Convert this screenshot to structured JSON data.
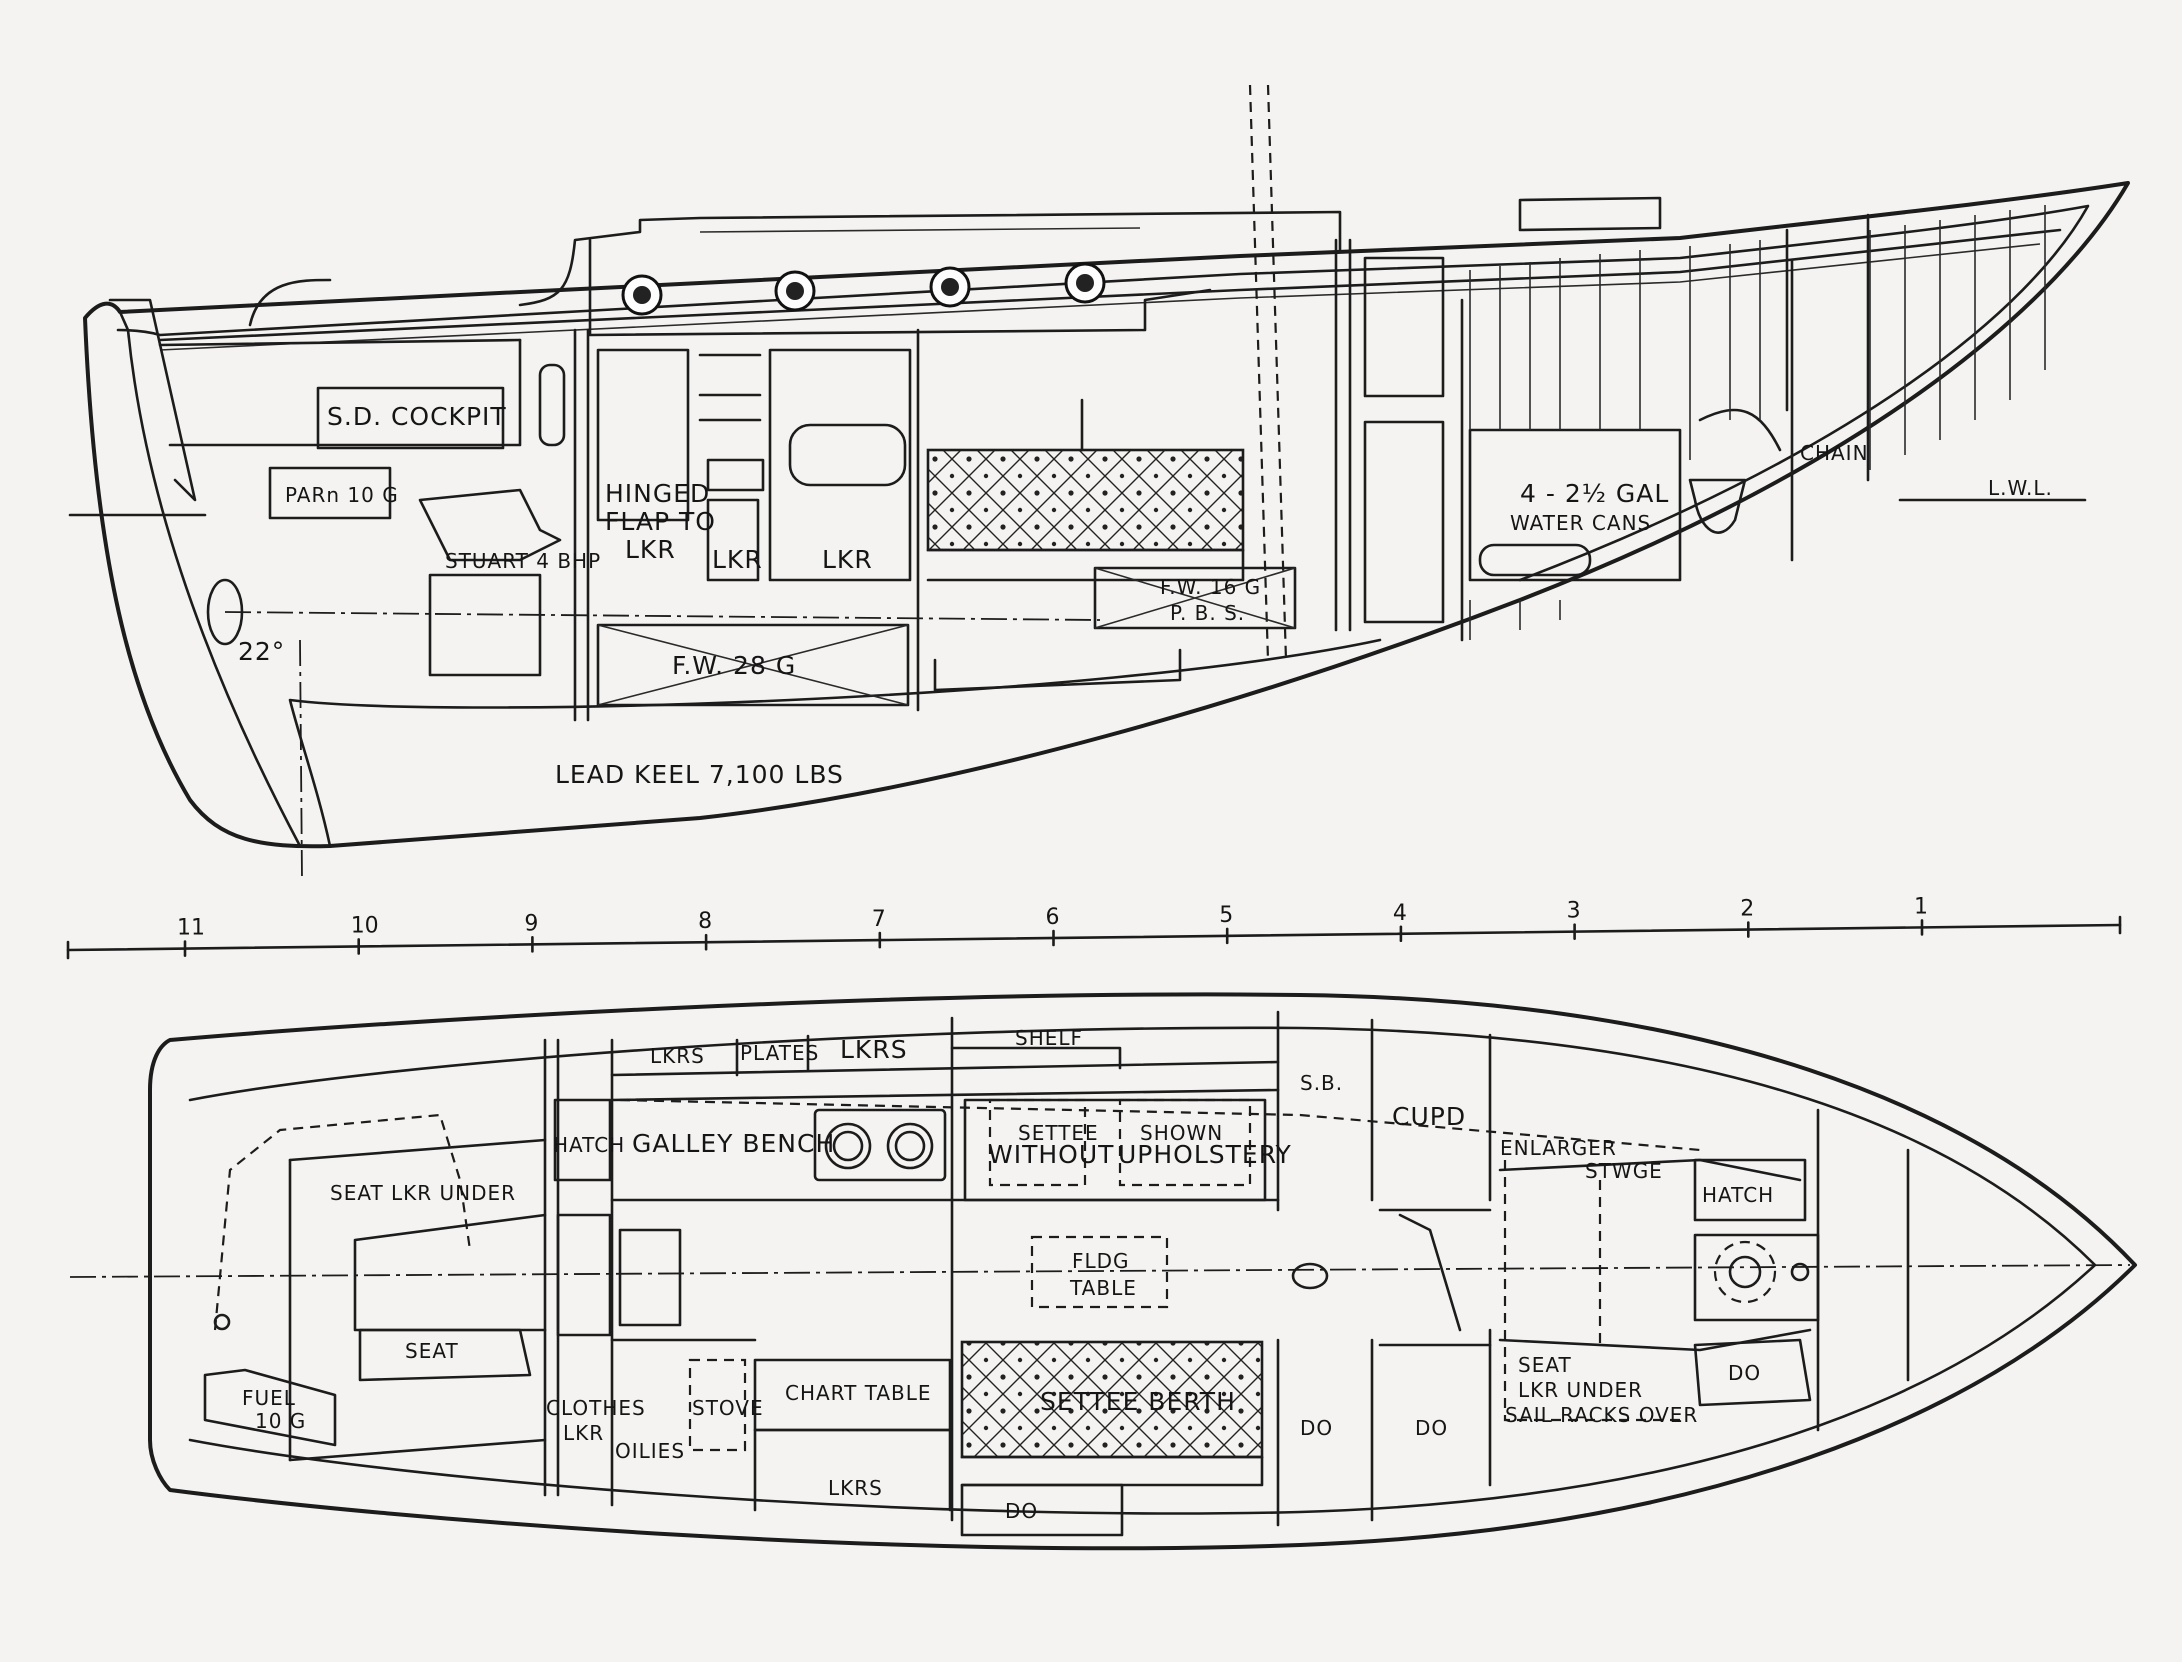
{
  "profile_labels": {
    "cockpit": "S.D. COCKPIT",
    "paraffin": "PARn 10 G",
    "engine": "STUART 4 BHP",
    "hinged_flap_1": "HINGED",
    "hinged_flap_2": "FLAP TO",
    "hinged_flap_3": "LKR",
    "locker_a": "LKR",
    "locker_b": "LKR",
    "fw_28": "F.W.   28 G",
    "fw_16": "F.W. 16 G",
    "pbs": "P. B. S.",
    "water_cans_1": "4 - 2½ GAL",
    "water_cans_2": "WATER CANS",
    "chain": "CHAIN",
    "lwl": "L.W.L.",
    "rudder_angle": "22°",
    "keel": "LEAD KEEL      7,100 LBS"
  },
  "stations": [
    "11",
    "10",
    "9",
    "8",
    "7",
    "6",
    "5",
    "4",
    "3",
    "2",
    "1"
  ],
  "plan_labels": {
    "lkrs_top": "LKRS",
    "plates": "PLATES",
    "lkrs_top2": "LKRS",
    "shelf": "SHELF",
    "sb": "S.B.",
    "cupd": "CUPD",
    "hatch_aft": "HATCH",
    "galley": "GALLEY BENCH",
    "settee_1": "SETTEE",
    "settee_2": "WITHOUT",
    "shown_1": "SHOWN",
    "shown_2": "UPHOLSTERY",
    "enlarger": "ENLARGER",
    "stwge": "STWGE",
    "hatch_fwd": "HATCH",
    "seat_lkr": "SEAT LKR UNDER",
    "fldg_1": "FLDG",
    "fldg_2": "TABLE",
    "seat": "SEAT",
    "fuel_1": "FUEL",
    "fuel_2": "10 G",
    "clothes_1": "CLOTHES",
    "clothes_2": "LKR",
    "oilies": "OILIES",
    "stove": "STOVE",
    "chart_table": "CHART  TABLE",
    "settee_berth": "SETTEE  BERTH",
    "do_1": "DO",
    "do_2": "DO",
    "do_3": "DO",
    "do_4": "DO",
    "lkrs_bottom": "LKRS",
    "seat_fwd_1": "SEAT",
    "seat_fwd_2": "LKR  UNDER",
    "seat_fwd_3": "SAIL RACKS OVER"
  }
}
